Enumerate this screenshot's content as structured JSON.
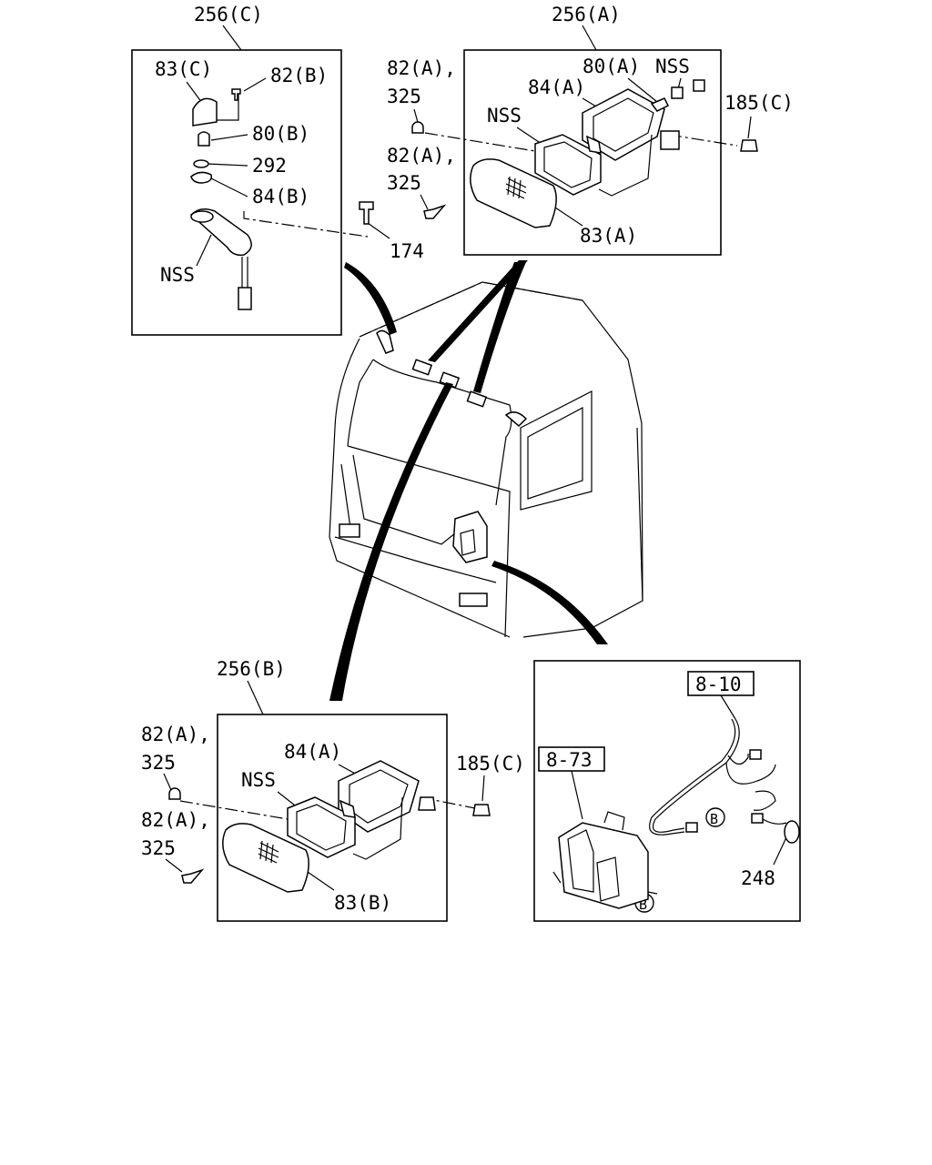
{
  "panels": {
    "c": {
      "title": "256(C)",
      "labels": [
        "83(C)",
        "82(B)",
        "80(B)",
        "292",
        "84(B)",
        "NSS",
        "174"
      ]
    },
    "a": {
      "title": "256(A)",
      "labels": [
        "82(A),",
        "325",
        "82(A),",
        "325",
        "80(A)",
        "NSS",
        "84(A)",
        "NSS",
        "185(C)",
        "83(A)"
      ]
    },
    "b": {
      "title": "256(B)",
      "labels": [
        "82(A),",
        "325",
        "82(A),",
        "325",
        "84(A)",
        "NSS",
        "185(C)",
        "83(B)"
      ]
    },
    "wiring": {
      "ref_top": "8-10",
      "ref_left": "8-73",
      "connector_mark": "B",
      "part": "248"
    }
  }
}
